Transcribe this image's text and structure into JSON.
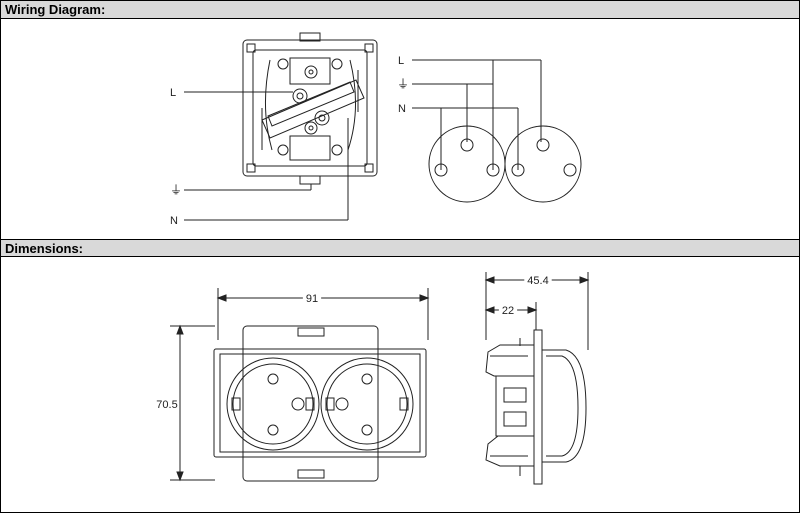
{
  "sections": {
    "wiring_title": "Wiring Diagram:",
    "dimensions_title": "Dimensions:"
  },
  "wiring": {
    "left_labels": {
      "live": "L",
      "earth": "⏚",
      "neutral": "N"
    },
    "right_labels": {
      "live": "L",
      "earth": "⏚",
      "neutral": "N"
    }
  },
  "dimensions": {
    "width": "91",
    "height": "70.5",
    "depth_total": "45.4",
    "depth_partial": "22"
  },
  "colors": {
    "line": "#222222",
    "header_bg": "#d9d9d9"
  }
}
